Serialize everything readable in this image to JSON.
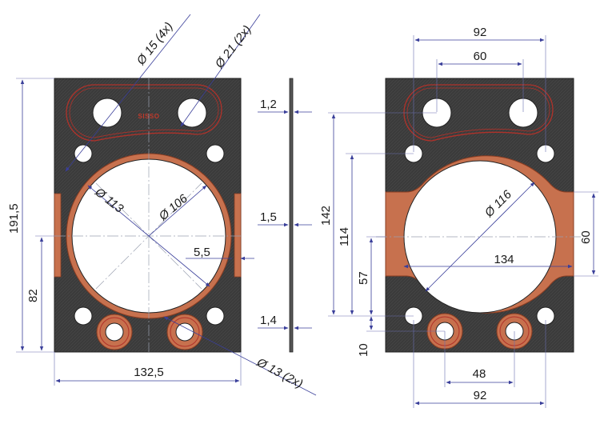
{
  "left_view": {
    "d_small_holes": "Ø 15 (4x)",
    "d_oval_holes": "Ø 21 (2x)",
    "d_outer_bore": "Ø 113",
    "d_inner_bore": "Ø 106",
    "d_bottom_holes": "Ø 13 (2x)",
    "height": "191,5",
    "center_height": "82",
    "width": "132,5",
    "edge_offset": "5,5",
    "brand_mark": "SISSO"
  },
  "side_view": {
    "thickness_top": "1,2",
    "thickness_mid": "1,5",
    "thickness_bottom": "1,4"
  },
  "right_view": {
    "top_outer": "92",
    "top_inner": "60",
    "d_bore": "Ø 116",
    "h_142": "142",
    "h_114": "114",
    "h_57": "57",
    "h_10": "10",
    "tab_height": "60",
    "tab_width": "134",
    "bottom_inner": "48",
    "bottom_outer": "92"
  },
  "colors": {
    "plate": "#3d3d3d",
    "copper": "#c7714e",
    "copper_dark": "#8a3d22",
    "dimension_line": "#3a3f9a"
  }
}
